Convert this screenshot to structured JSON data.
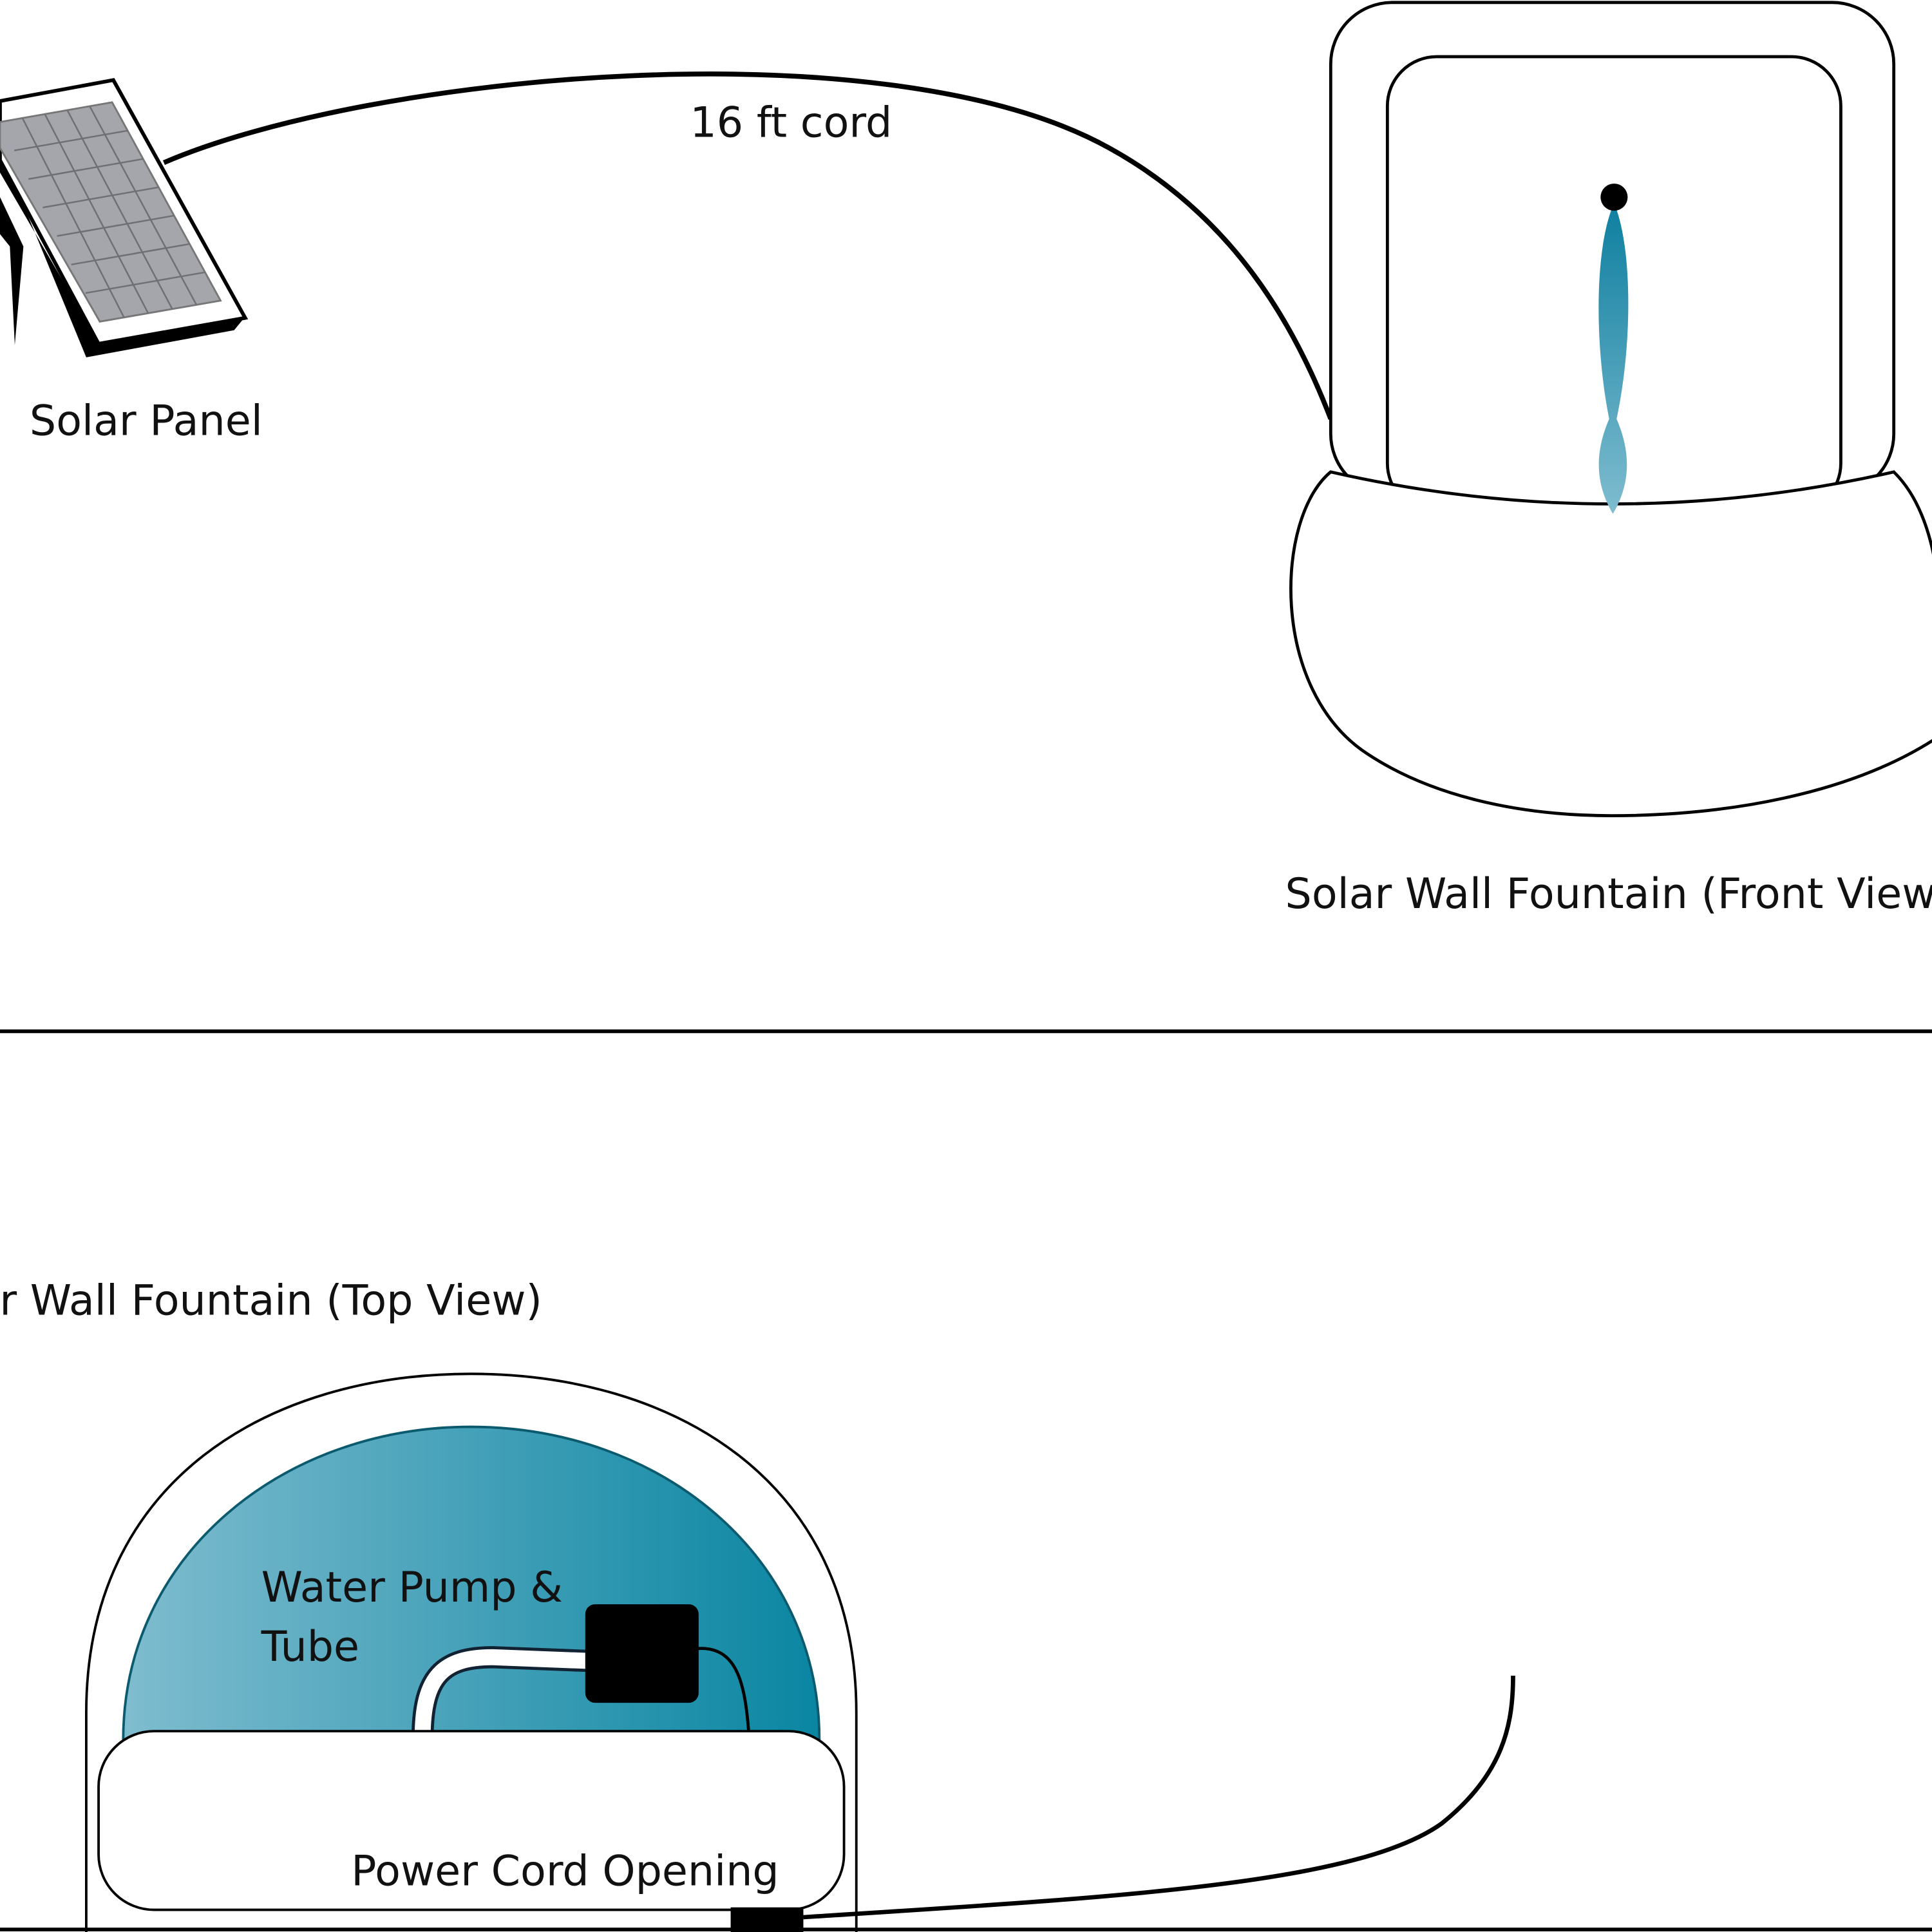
{
  "labels": {
    "cord": "16 ft cord",
    "solar_panel": "Solar Panel",
    "front_view": "Solar Wall Fountain (Front View)",
    "top_view": "ar Wall Fountain (Top View)",
    "pump_line1": "Water Pump &",
    "pump_line2": "Tube",
    "power_cord_opening": "Power Cord Opening"
  },
  "colors": {
    "water_light": "#7fbccf",
    "water_dark": "#0a86a2",
    "panel_cells": "#a4a6ab",
    "outline": "#000000"
  }
}
